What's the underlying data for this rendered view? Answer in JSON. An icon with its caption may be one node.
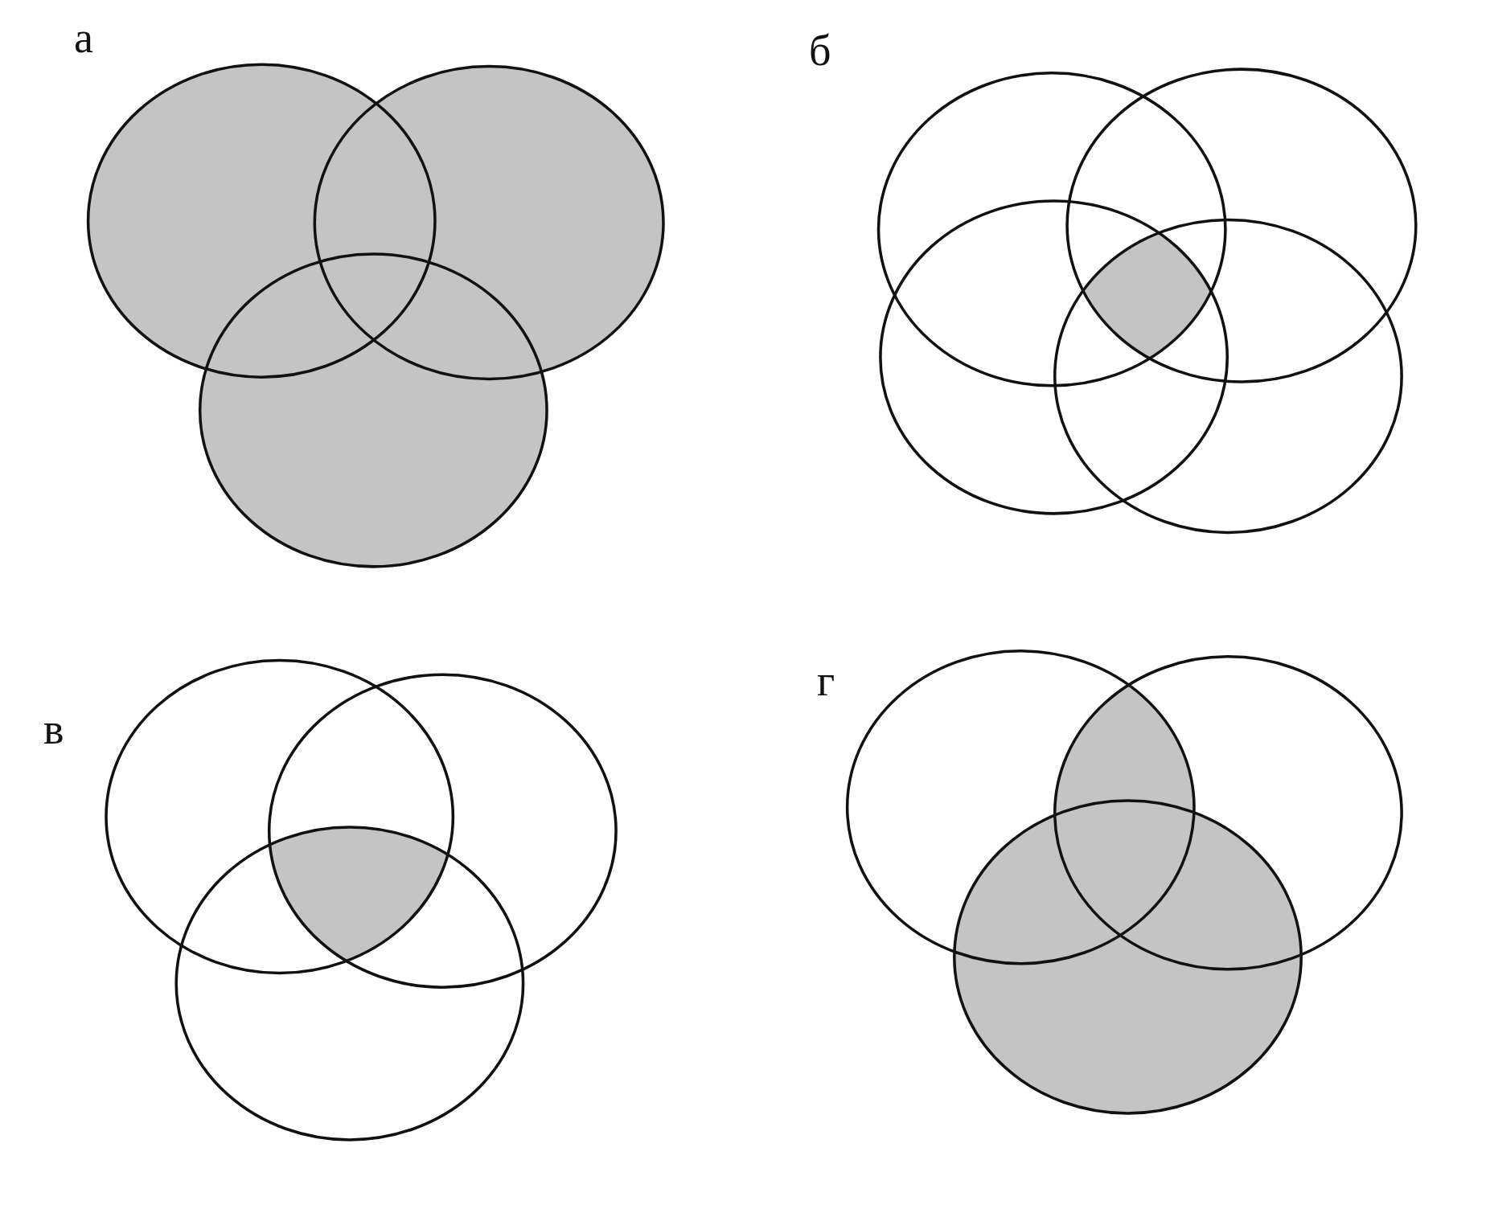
{
  "diagram": {
    "labels": [
      "а",
      "б",
      "в",
      "г"
    ]
  }
}
